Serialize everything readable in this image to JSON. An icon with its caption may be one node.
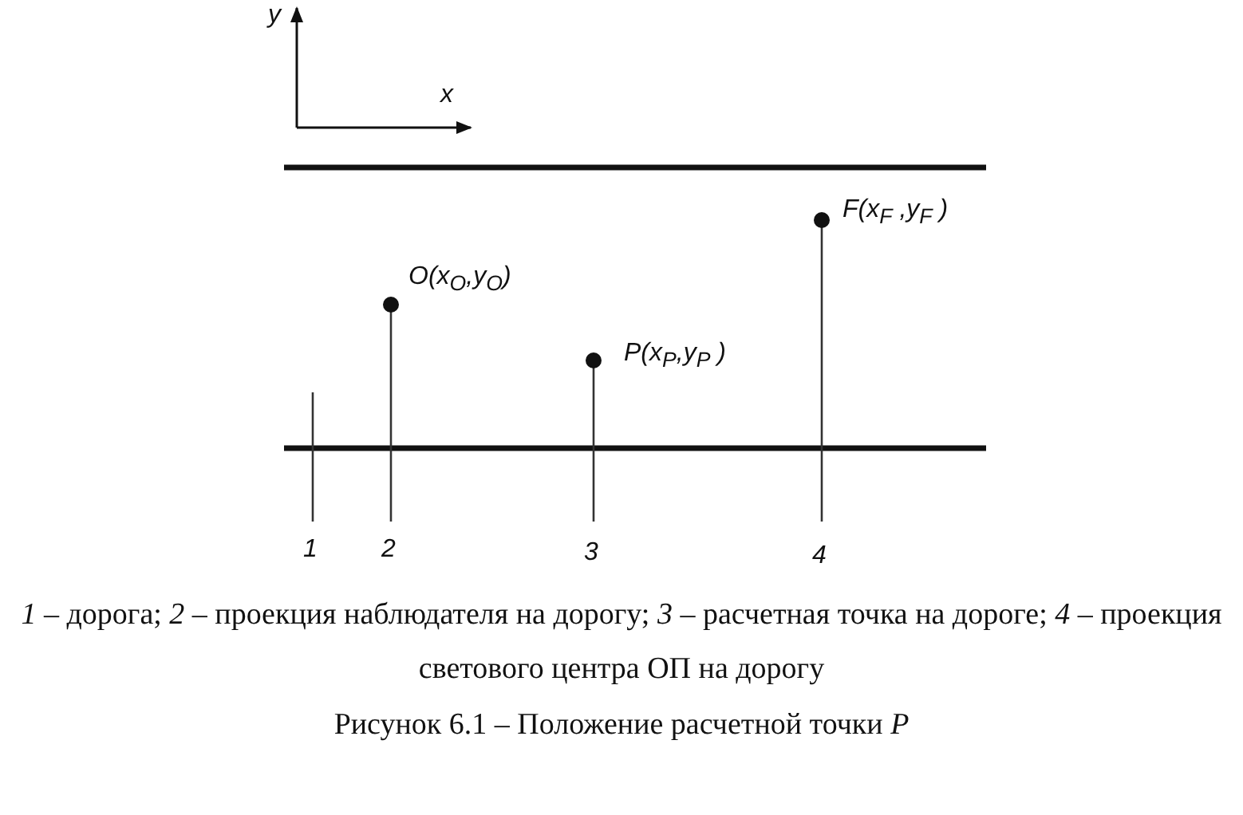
{
  "diagram": {
    "caption": "Рисунок 6.1 – Положение расчетной точки *P*",
    "labels": [
      "y",
      "x",
      "F(x$_{F}$ ,y$_{F}$ )",
      "O(x$_{O}$,y$_{O}$)",
      "P(x$_{P}$,y$_{P}$ )",
      "1",
      "2",
      "3",
      "4",
      "*1* – дорога; *2* – проекция наблюдателя на дорогу; *3* – расчетная точка на дороге; *4* – проекция светового центра ОП на дорогу"
    ]
  }
}
